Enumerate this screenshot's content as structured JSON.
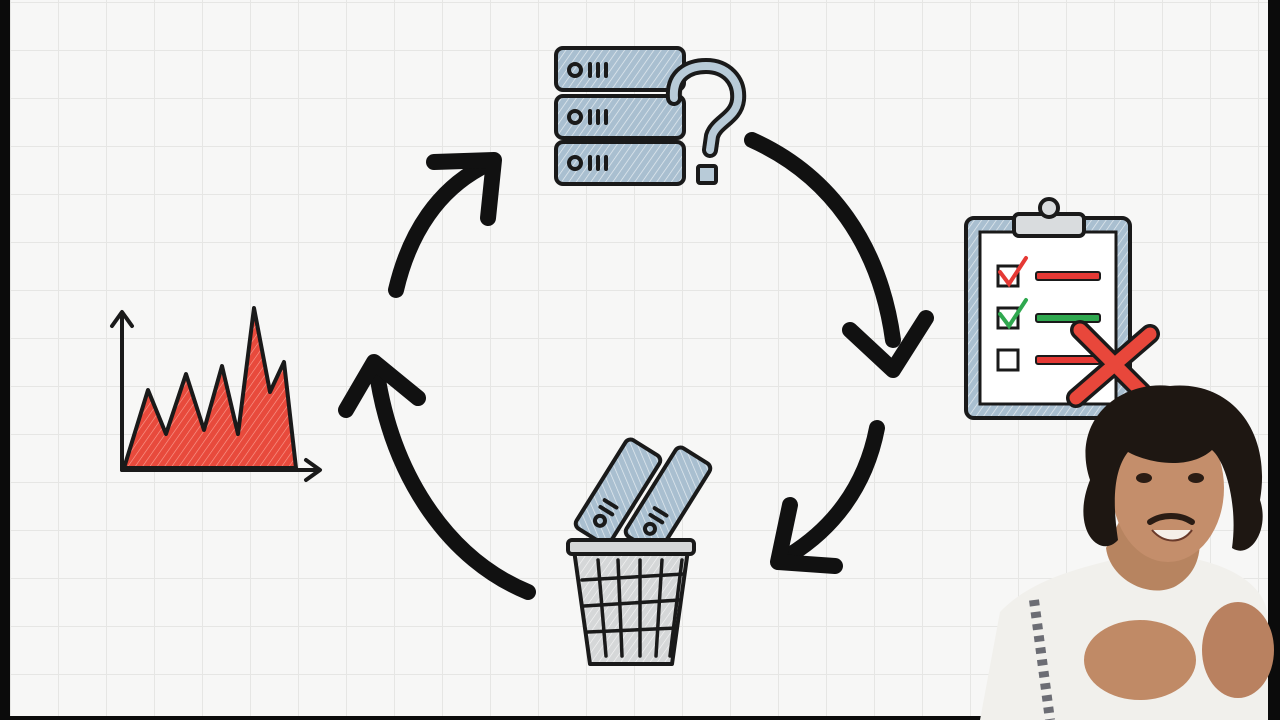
{
  "diagram": {
    "kind": "cycle",
    "nodes": [
      {
        "icon": "server-question-icon"
      },
      {
        "icon": "checklist-clipboard-icon"
      },
      {
        "icon": "trash-bin-drives-icon"
      },
      {
        "icon": "area-chart-icon"
      }
    ],
    "arrows": 4
  },
  "colors": {
    "background": "#f7f7f6",
    "grid": "#e6e6e4",
    "ink": "#111111",
    "steel_blue": "#9fb6c8",
    "accent_red": "#e53935",
    "check_green": "#2fa84f"
  },
  "overlay": {
    "presenter": "person-video-overlay"
  }
}
